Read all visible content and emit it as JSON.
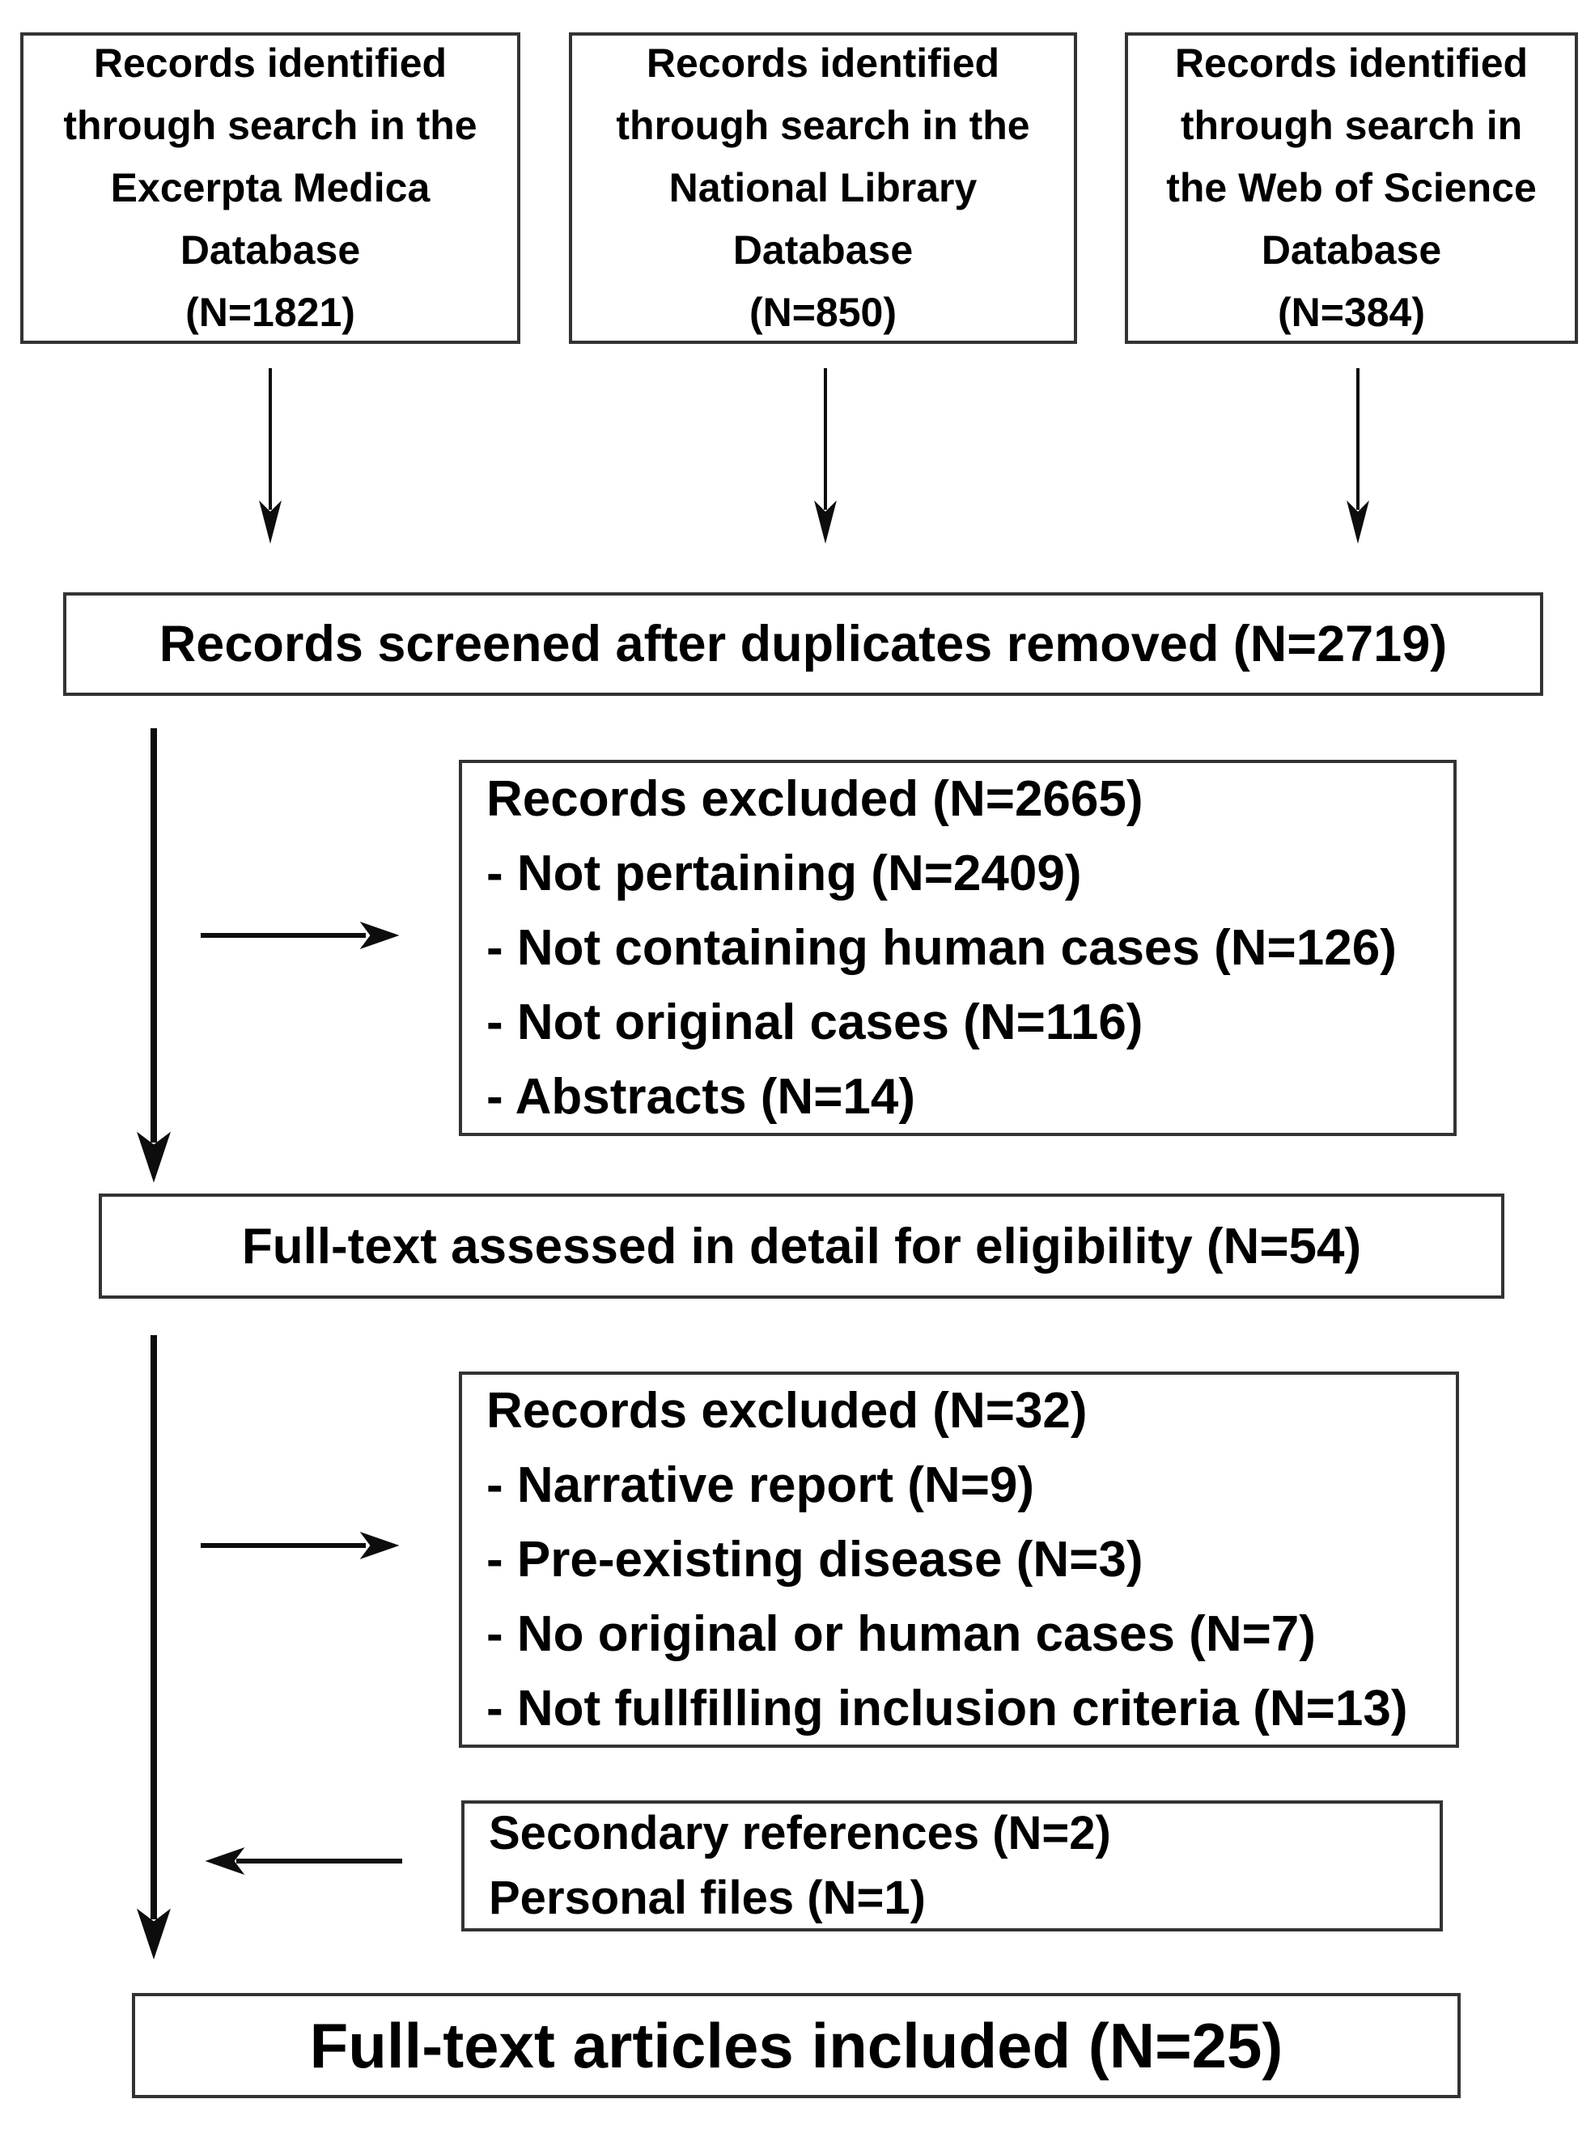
{
  "colors": {
    "background": "#ffffff",
    "box_border": "#333333",
    "text": "#000000",
    "arrow": "#0d0d0d"
  },
  "boxes": {
    "source_excerpta": {
      "label": "Records identified\nthrough search in the\nExcerpta Medica\nDatabase\n(N=1821)"
    },
    "source_national_library": {
      "label": "Records identified\nthrough search in the\nNational Library\nDatabase\n(N=850)"
    },
    "source_web_of_science": {
      "label": "Records identified\nthrough search in\nthe Web of Science\nDatabase\n(N=384)"
    },
    "records_screened": {
      "label": "Records screened after duplicates removed (N=2719)"
    },
    "records_excluded_screening": {
      "label": "Records excluded (N=2665)\n- Not pertaining (N=2409)\n- Not containing human cases (N=126)\n- Not original cases (N=116)\n- Abstracts (N=14)"
    },
    "full_text_assessed": {
      "label": "Full-text assessed in detail for eligibility (N=54)"
    },
    "records_excluded_full_text": {
      "label": "Records excluded (N=32)\n- Narrative report (N=9)\n- Pre-existing disease (N=3)\n- No original or human cases (N=7)\n- Not fullfilling inclusion criteria (N=13)"
    },
    "additional_records": {
      "label": "Secondary references (N=2)\nPersonal files (N=1)"
    },
    "included": {
      "label": "Full-text articles included (N=25)"
    }
  }
}
